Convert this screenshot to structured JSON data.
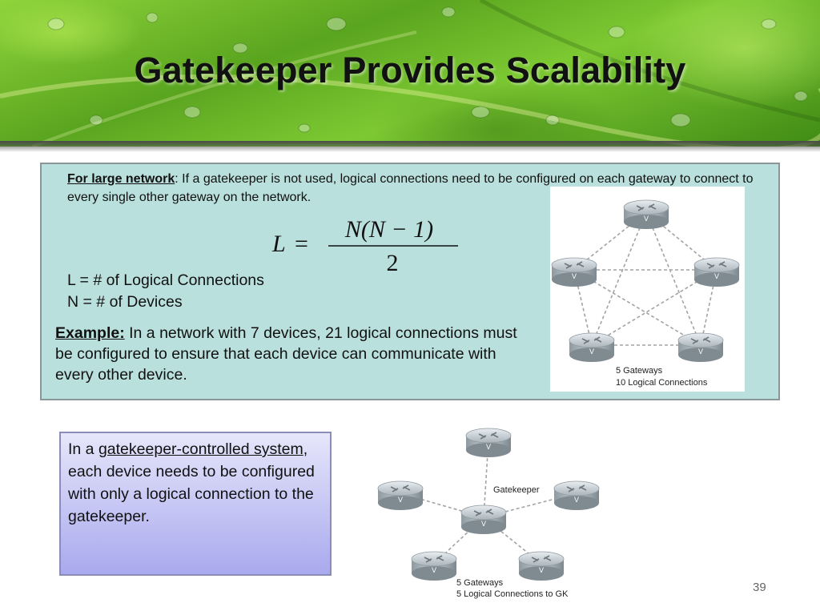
{
  "slide": {
    "title": "Gatekeeper Provides Scalability",
    "page_number": "39"
  },
  "top_box": {
    "intro_lead": "For large network",
    "intro_text": ": If a gatekeeper is not used, logical connections need to be configured on each gateway to connect to every single other gateway on the network.",
    "formula": {
      "lhs": "L",
      "equals": "=",
      "numerator": "N(N − 1)",
      "denominator": "2"
    },
    "definition_l": "L = # of Logical Connections",
    "definition_n": "N = # of Devices",
    "example_lead": "Example:",
    "example_text": " In a network with 7 devices, 21 logical connections must be configured to ensure that each device can communicate with every other device."
  },
  "mesh_diagram": {
    "router_mark": "V",
    "caption_line1": "5 Gateways",
    "caption_line2": "10 Logical Connections"
  },
  "star_diagram": {
    "router_mark": "V",
    "center_label": "Gatekeeper",
    "caption_line1": "5 Gateways",
    "caption_line2": "5 Logical Connections to GK"
  },
  "bottom_box": {
    "text_before": "In a ",
    "link_text": "gatekeeper-controlled system",
    "text_after": ", each device needs to be configured with only a logical connection to the gatekeeper."
  }
}
